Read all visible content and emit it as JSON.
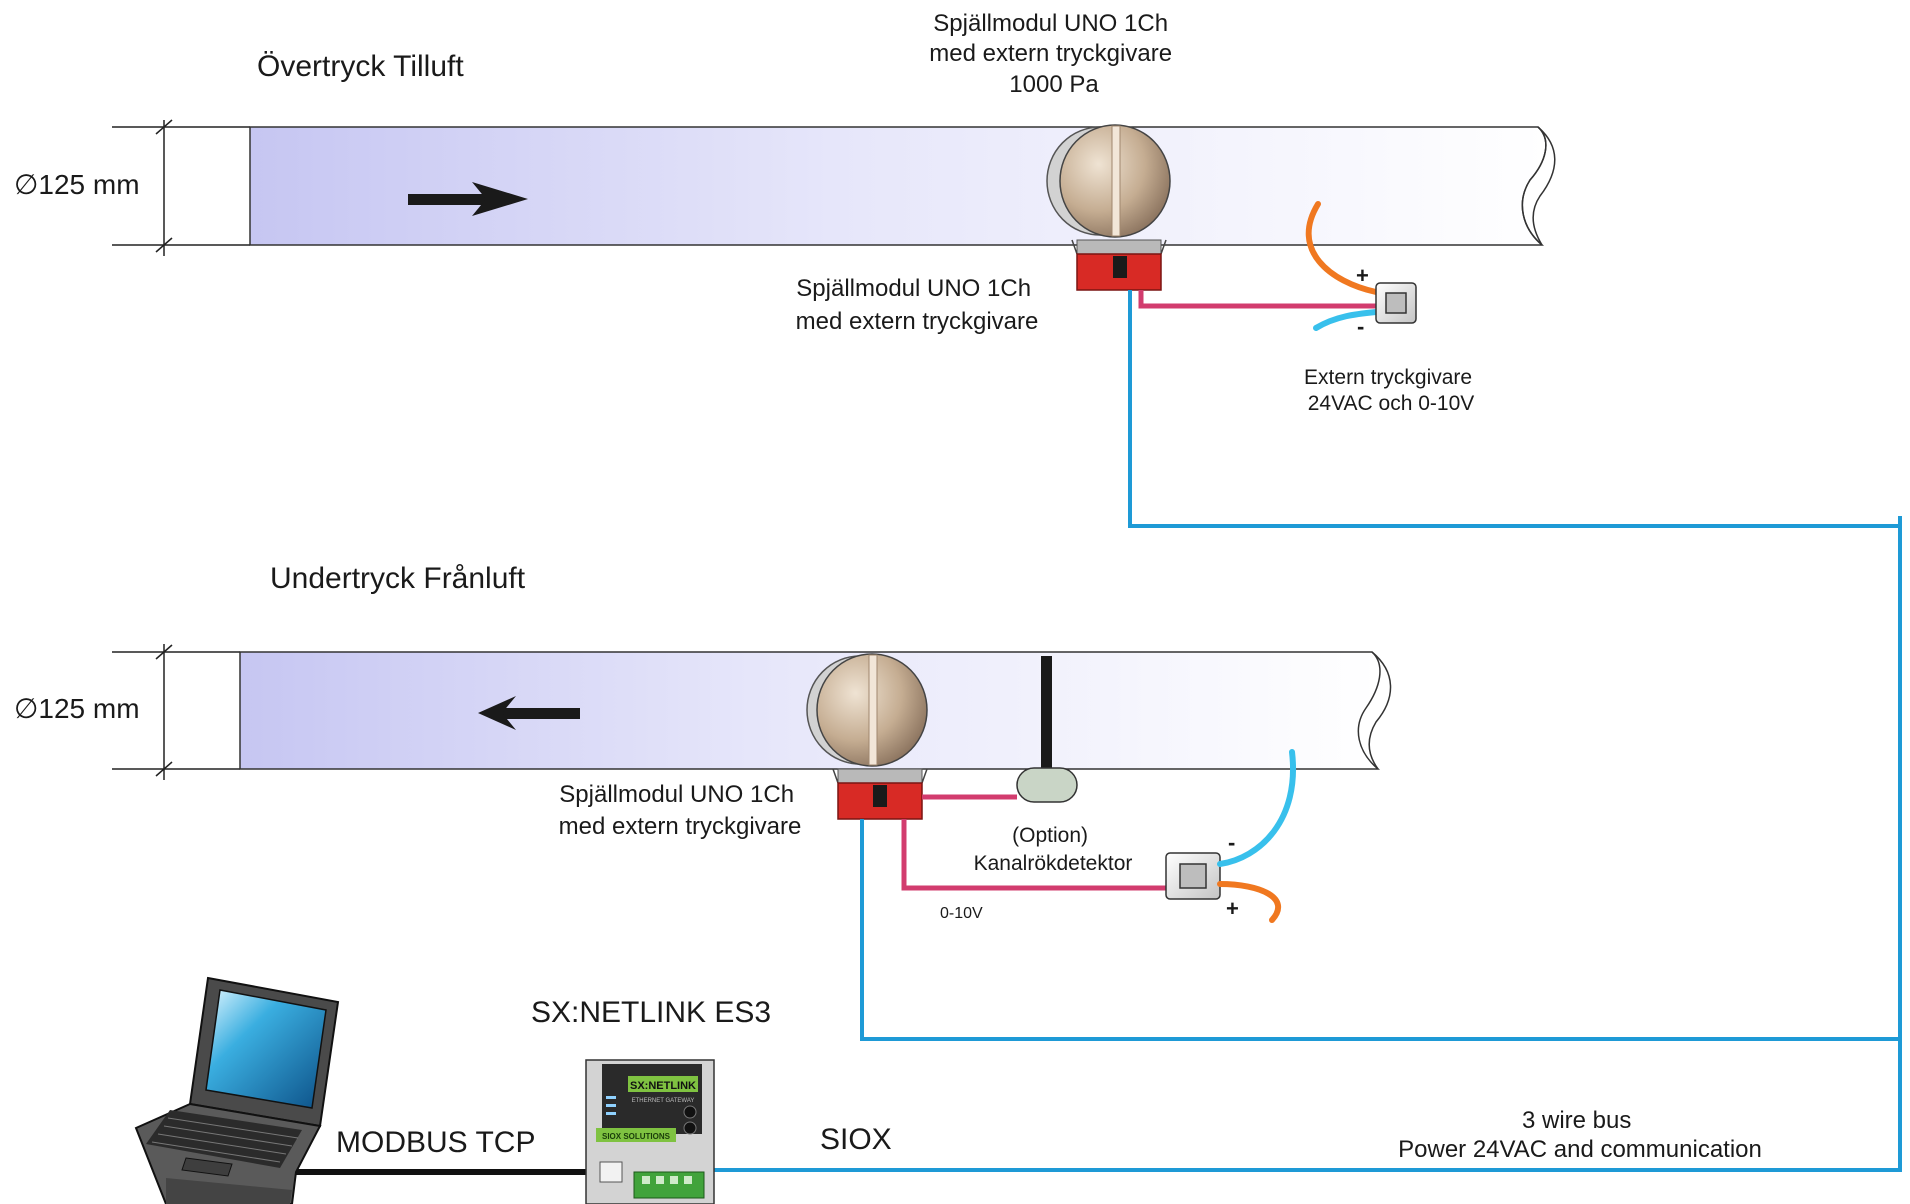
{
  "top": {
    "title": "Övertryck Tilluft",
    "diameter": "∅125 mm",
    "damper_title": [
      "Spjällmodul UNO 1Ch",
      "med extern tryckgivare",
      "1000 Pa"
    ],
    "damper_label": [
      "Spjällmodul UNO 1Ch",
      "med extern tryckgivare"
    ],
    "sensor_label": [
      "Extern tryckgivare",
      "24VAC och 0-10V"
    ],
    "plus": "+",
    "minus": "-"
  },
  "bottom": {
    "title": "Undertryck Frånluft",
    "diameter": "∅125 mm",
    "damper_label": [
      "Spjällmodul UNO 1Ch",
      "med extern tryckgivare"
    ],
    "option_label": [
      "(Option)",
      "Kanalrökdetektor"
    ],
    "signal_label": "0-10V",
    "plus": "+",
    "minus": "-"
  },
  "network": {
    "gateway_title": "SX:NETLINK ES3",
    "gateway_brand": "SX:NETLINK",
    "gateway_subtitle": "ETHERNET GATEWAY",
    "gateway_maker": "SIOX SOLUTIONS",
    "modbus_label": "MODBUS TCP",
    "siox_label": "SIOX",
    "bus_label": [
      "3 wire bus",
      "Power 24VAC and communication"
    ]
  },
  "colors": {
    "bus_wire": "#1e9ad6",
    "signal_wire": "#d23c6e",
    "power_plus_wire": "#f07820",
    "power_minus_wire": "#38c0ec",
    "actuator": "#d82a25",
    "duct_tint": "#c9c9f3"
  }
}
